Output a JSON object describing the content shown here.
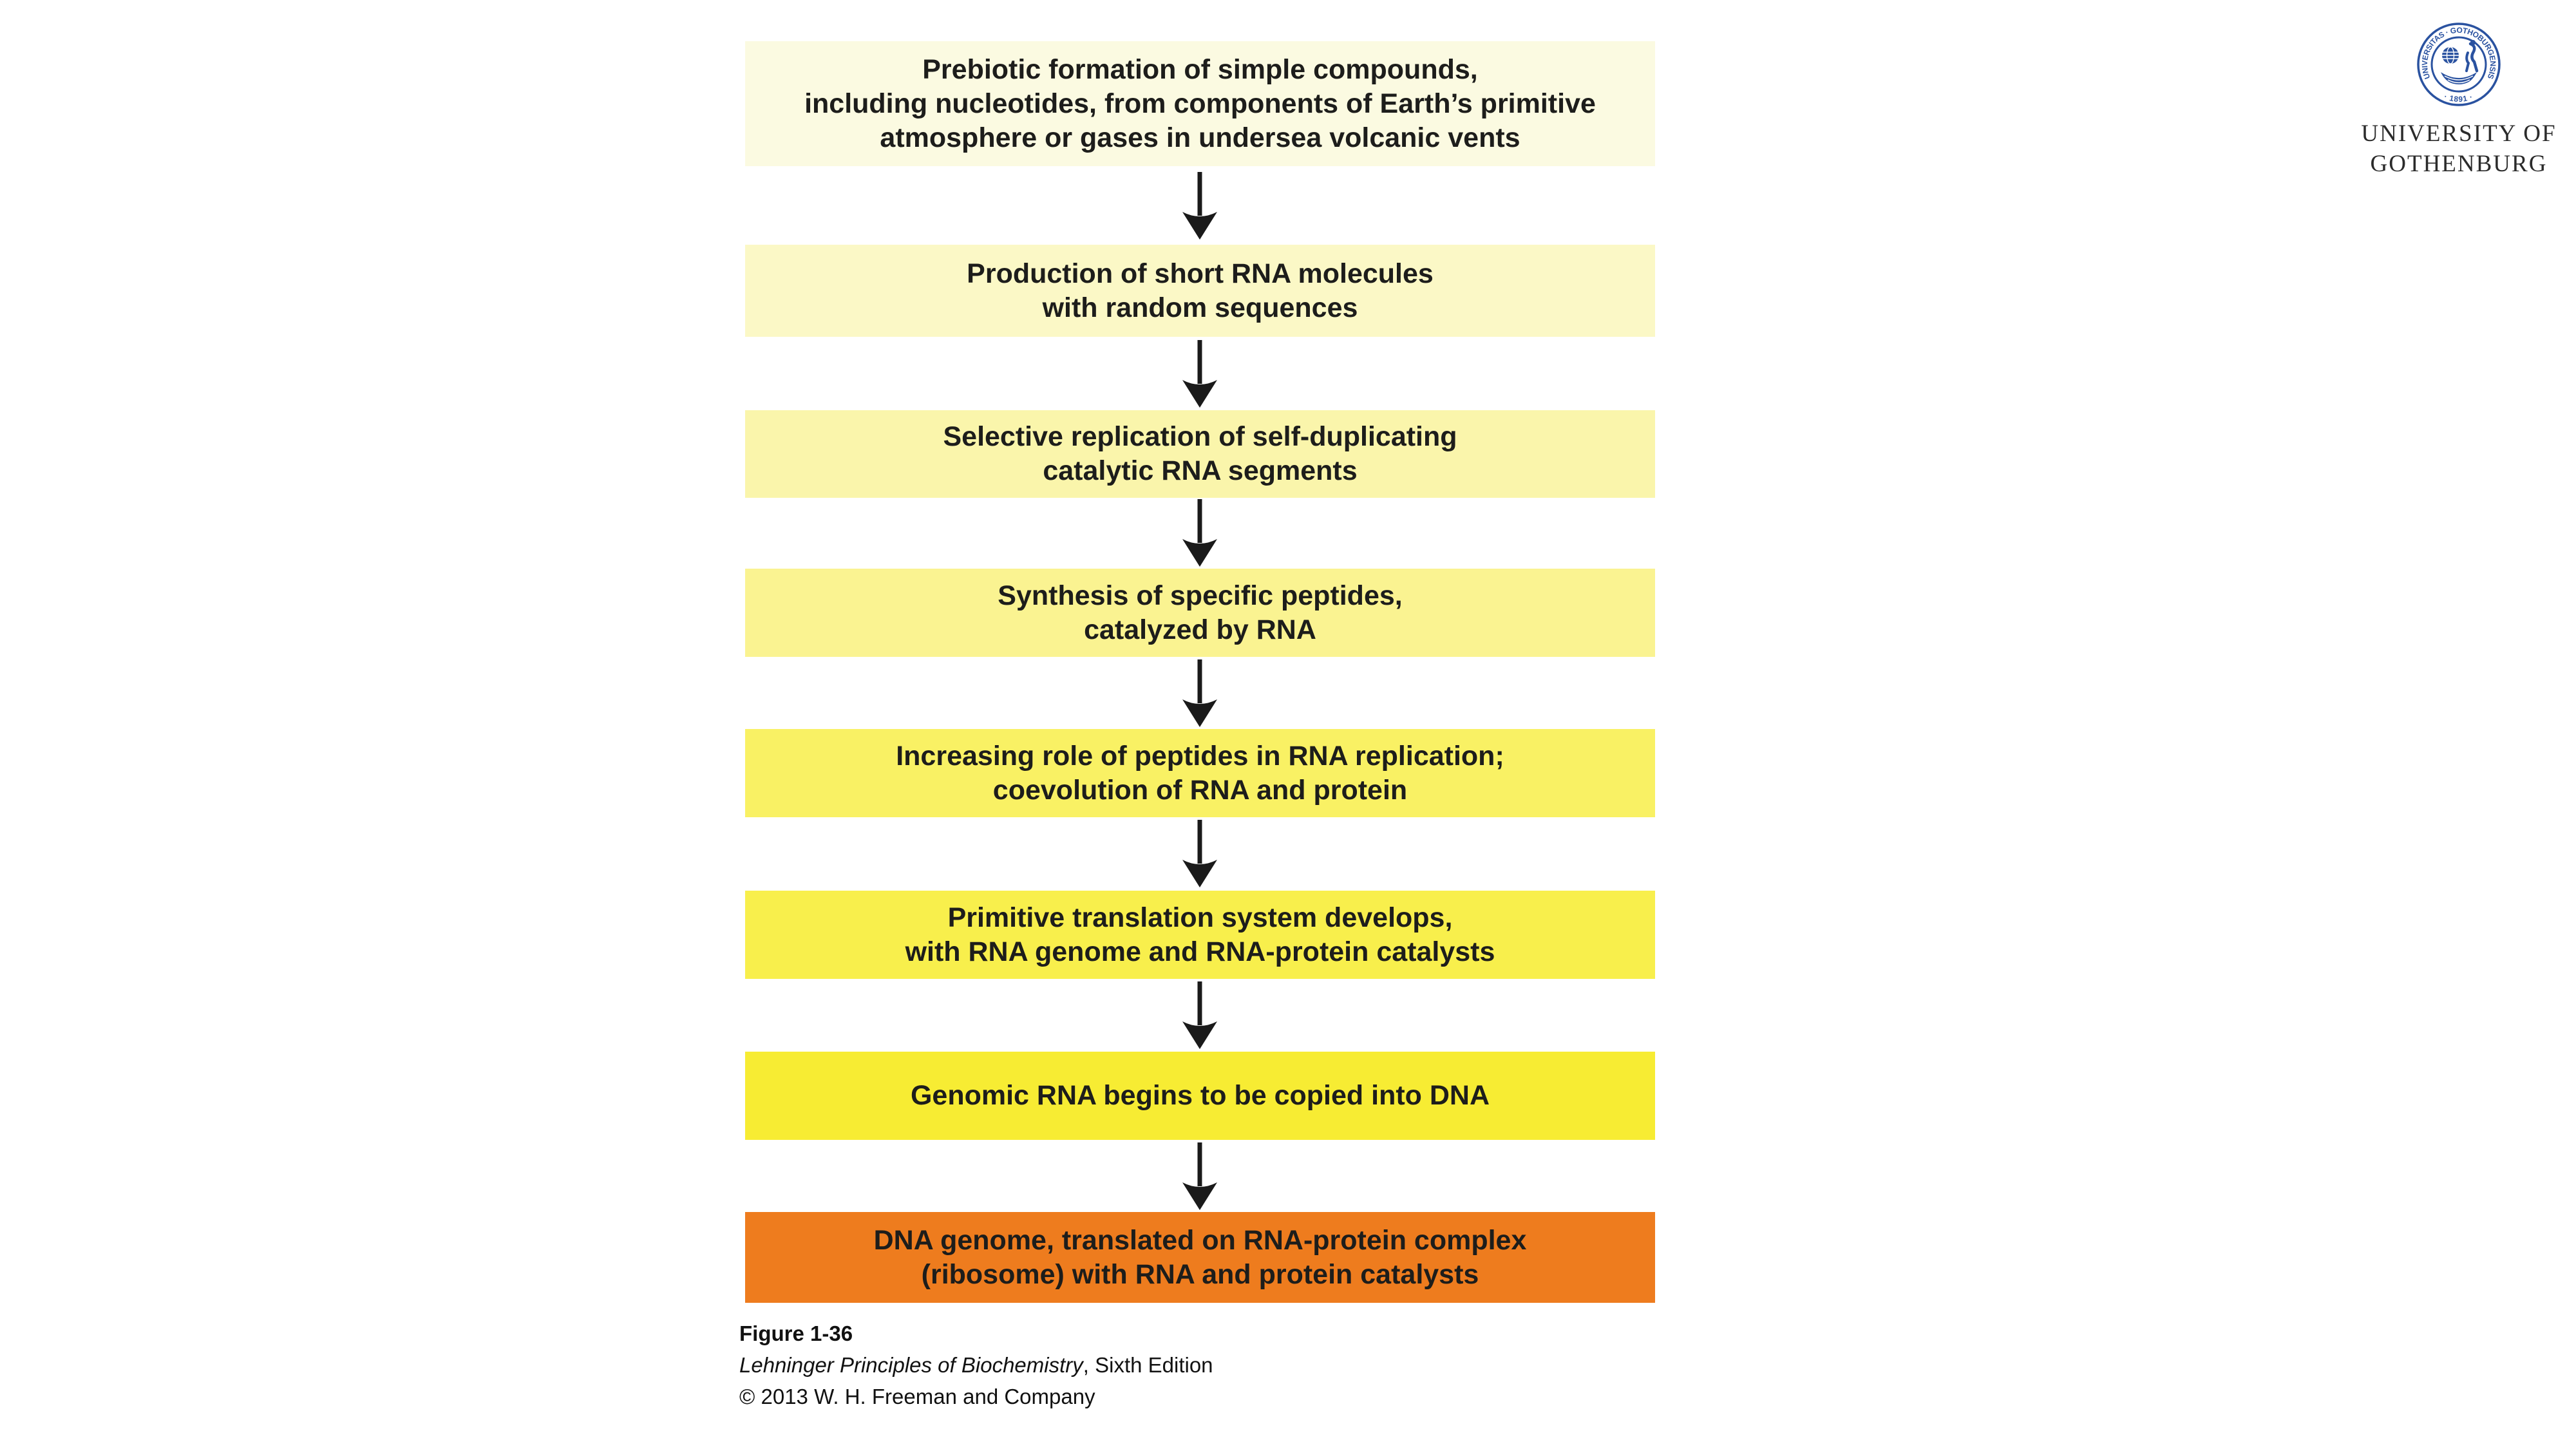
{
  "page": {
    "background": "#ffffff"
  },
  "flowchart": {
    "text_color": "#1d1d1b",
    "arrow_color": "#1a1a1a",
    "steps": [
      {
        "label": "Prebiotic formation of simple compounds,\nincluding nucleotides, from components of Earth’s primitive\natmosphere or gases in undersea volcanic vents",
        "color": "#FBFAE1"
      },
      {
        "label": "Production of short RNA molecules\nwith random sequences",
        "color": "#FBF8C6"
      },
      {
        "label": "Selective replication of self-duplicating\ncatalytic RNA segments",
        "color": "#FAF5AB"
      },
      {
        "label": "Synthesis of specific peptides,\ncatalyzed by RNA",
        "color": "#FAF391"
      },
      {
        "label": "Increasing role of peptides in RNA replication;\ncoevolution of RNA and protein",
        "color": "#F9F164"
      },
      {
        "label": "Primitive translation system develops,\nwith RNA genome and RNA-protein catalysts",
        "color": "#F8EF4C"
      },
      {
        "label": "Genomic RNA begins to be copied into DNA",
        "color": "#F7EC33"
      },
      {
        "label": "DNA genome, translated on RNA-protein complex\n(ribosome) with RNA and protein catalysts",
        "color": "#EE7C1E"
      }
    ]
  },
  "caption": {
    "figure_label": "Figure 1-36",
    "book_title": "Lehninger Principles of Biochemistry",
    "edition_suffix": ", Sixth Edition",
    "copyright": "© 2013 W. H. Freeman and Company"
  },
  "logo": {
    "seal_color": "#2a52a0",
    "ring_text": "UNIVERSITAS · GOTHOBURGENSIS",
    "ring_year": "· 1891 ·",
    "wordmark_line1": "UNIVERSITY OF",
    "wordmark_line2": "GOTHENBURG",
    "wordmark_color": "#2b2b2b"
  }
}
